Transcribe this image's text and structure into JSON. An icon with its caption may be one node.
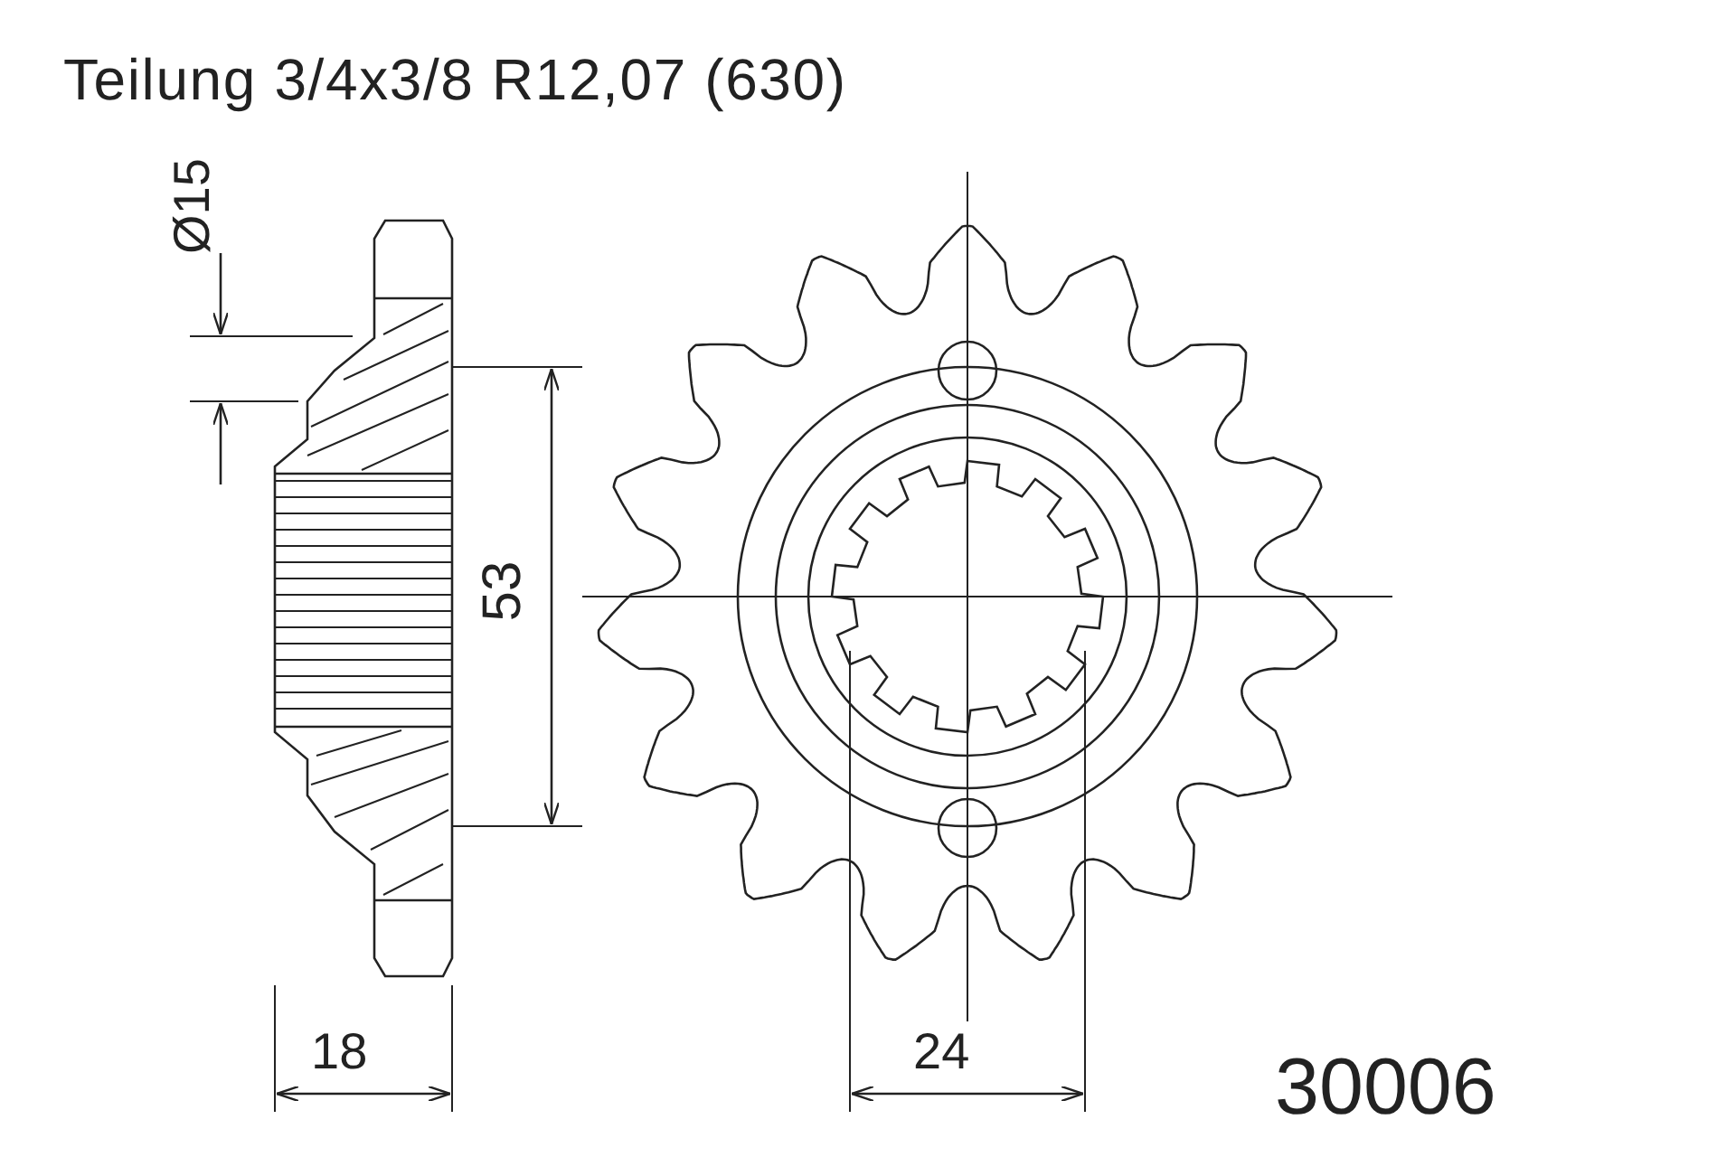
{
  "diagram": {
    "title": "Teilung 3/4x3/8 R12,07 (630)",
    "labels": [
      "Ø15",
      "53",
      "18",
      "24",
      "30006"
    ]
  }
}
